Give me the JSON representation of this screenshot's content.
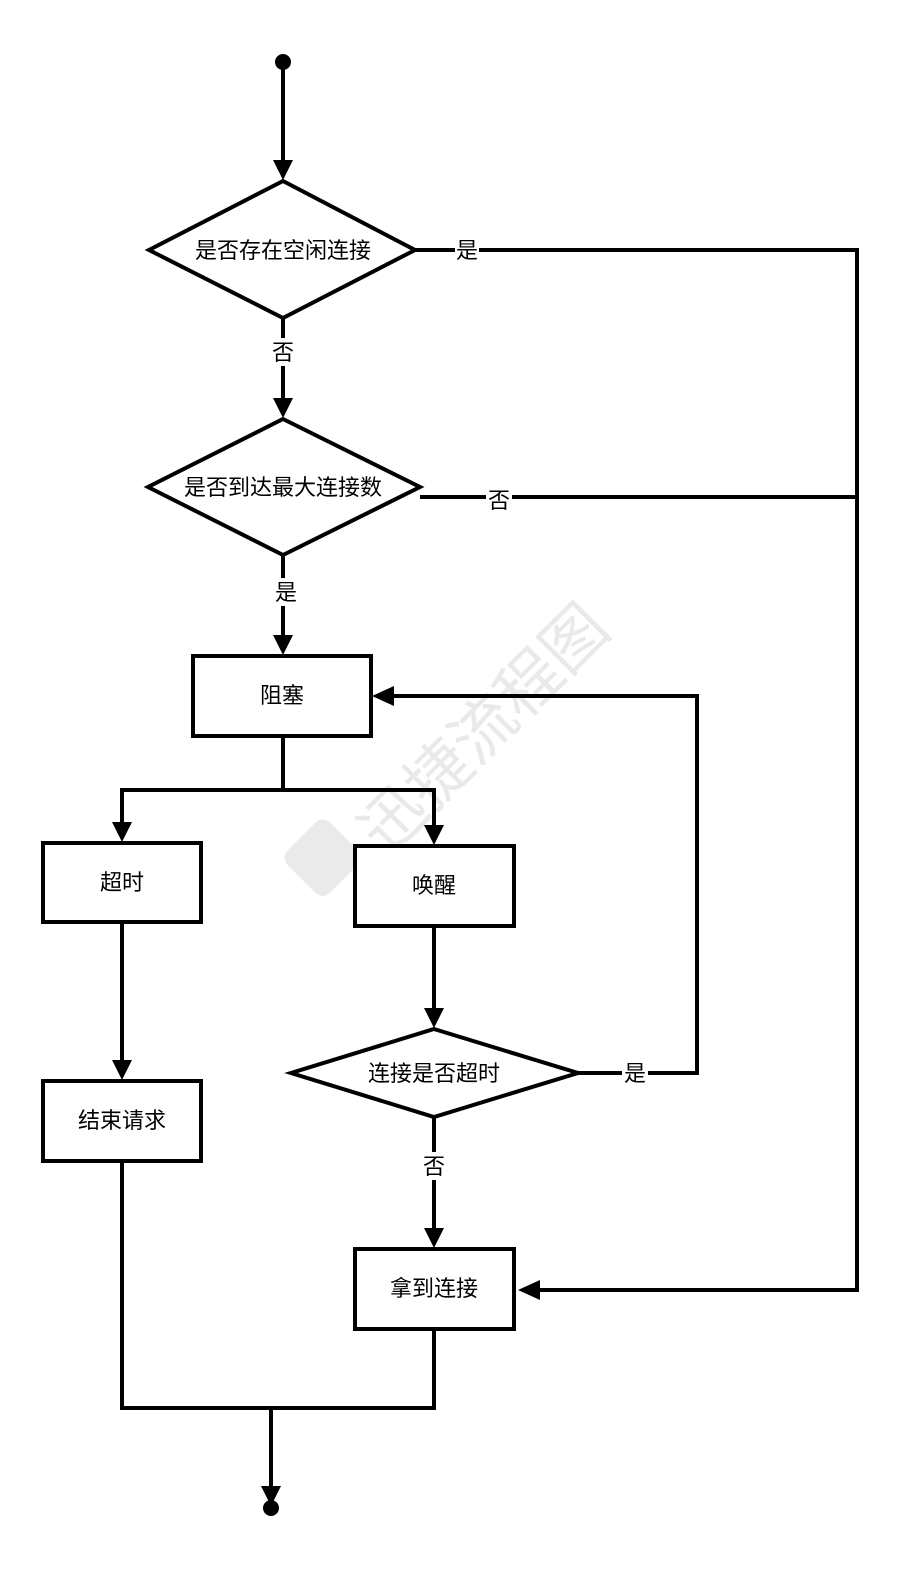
{
  "nodes": {
    "check_idle": "是否存在空闲连接",
    "check_max": "是否到达最大连接数",
    "block": "阻塞",
    "timeout": "超时",
    "wakeup": "唤醒",
    "end_request": "结束请求",
    "check_conn_timeout": "连接是否超时",
    "get_conn": "拿到连接"
  },
  "edge_labels": {
    "idle_yes": "是",
    "idle_no": "否",
    "max_no": "否",
    "max_yes": "是",
    "conn_timeout_yes": "是",
    "conn_timeout_no": "否"
  },
  "watermark": "迅捷流程图"
}
